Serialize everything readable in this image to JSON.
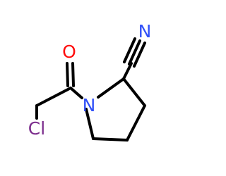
{
  "molecule": {
    "atoms": [
      {
        "id": "n-ring",
        "symbol": "N",
        "color": "#3050F8"
      },
      {
        "id": "o-carbonyl",
        "symbol": "O",
        "color": "#FF0D0D"
      },
      {
        "id": "cl",
        "symbol": "Cl",
        "color": "#7B2C8C"
      },
      {
        "id": "n-nitrile",
        "symbol": "N",
        "color": "#3050F8"
      }
    ],
    "bond_color": "#000000"
  }
}
